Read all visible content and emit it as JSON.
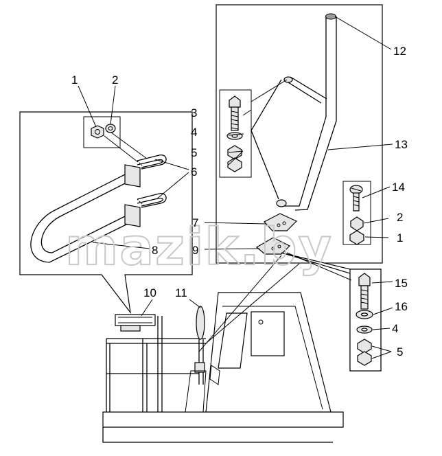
{
  "watermark": "mazik.by",
  "callouts": {
    "c1a": "1",
    "c2a": "2",
    "c3": "3",
    "c4a": "4",
    "c5a": "5",
    "c6": "6",
    "c7": "7",
    "c8": "8",
    "c9": "9",
    "c10": "10",
    "c11": "11",
    "c12": "12",
    "c13": "13",
    "c14": "14",
    "c2b": "2",
    "c1b": "1",
    "c15": "15",
    "c16": "16",
    "c4b": "4",
    "c5b": "5"
  }
}
